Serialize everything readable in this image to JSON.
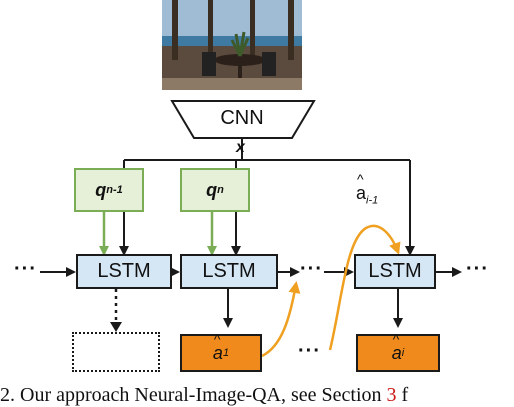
{
  "image_alt": "photo",
  "cnn_label": "CNN",
  "x_label": "x",
  "q_prev": {
    "base": "q",
    "sub": "n-1"
  },
  "q_cur": {
    "base": "q",
    "sub": "n"
  },
  "lstm_label": "LSTM",
  "ellipsis": "···",
  "ahat_label": {
    "base": "a",
    "sub": "i-1"
  },
  "answer_1": {
    "base": "a",
    "sub": "1"
  },
  "answer_i": {
    "base": "a",
    "sub": "i"
  },
  "caption": {
    "prefix": "2. Our approach Neural-Image-QA, see Section ",
    "ref": "3",
    "suffix": " f"
  },
  "colors": {
    "lstm": "#d5e6f4",
    "q_border": "#7aad55",
    "answer": "#f08a1c",
    "orange_arrow": "#f0a020",
    "ref": "#cc1a1a"
  }
}
